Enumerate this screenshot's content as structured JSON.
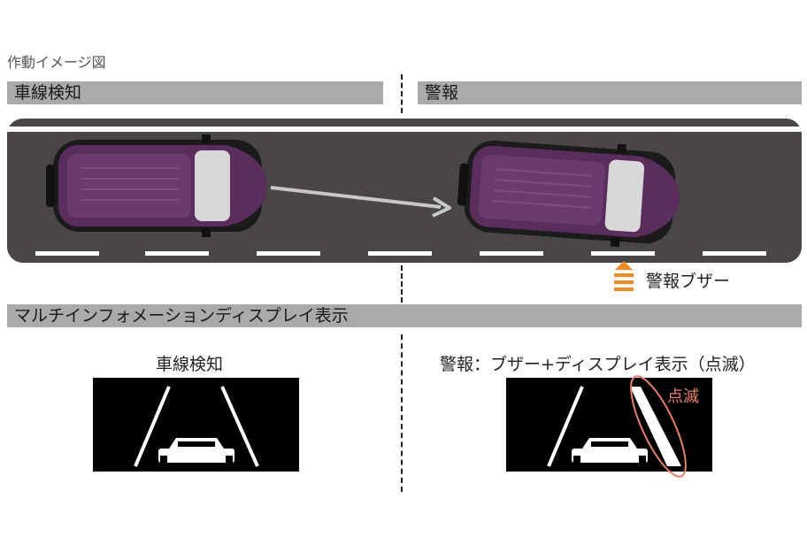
{
  "caption": "作動イメージ図",
  "sections": {
    "lane_detection": "車線検知",
    "warning": "警報",
    "display": "マルチインフォメーションディスプレイ表示"
  },
  "buzzer_label": "警報ブザー",
  "display_panels": {
    "left_title": "車線検知",
    "right_title": "警報：ブザー+ディスプレイ表示（点滅）",
    "blink_label": "点滅"
  },
  "colors": {
    "road": "#4a4646",
    "bar": "#aaaaaa",
    "car_body": "#5a2d5c",
    "buzzer": "#f08a24",
    "blink_ellipse": "#e8806a"
  }
}
